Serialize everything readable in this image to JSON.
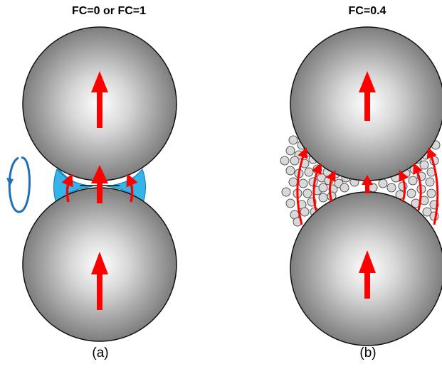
{
  "panels": [
    {
      "title": "FC=0 or FC=1",
      "caption": "(a)"
    },
    {
      "title": "FC=0.4",
      "caption": "(b)"
    }
  ],
  "colors": {
    "sphere_light": "#ffffff",
    "sphere_dark": "#6f6f6f",
    "arrow": "#ff0000",
    "liquid_bridge": "#1ca7e0",
    "rotation_arrow": "#1f6fb8",
    "particle_fill": "#d9d9d9",
    "particle_stroke": "#555555"
  },
  "icons": [
    "upward-force-arrow",
    "rotation-arrow-icon",
    "curved-force-arrow"
  ]
}
